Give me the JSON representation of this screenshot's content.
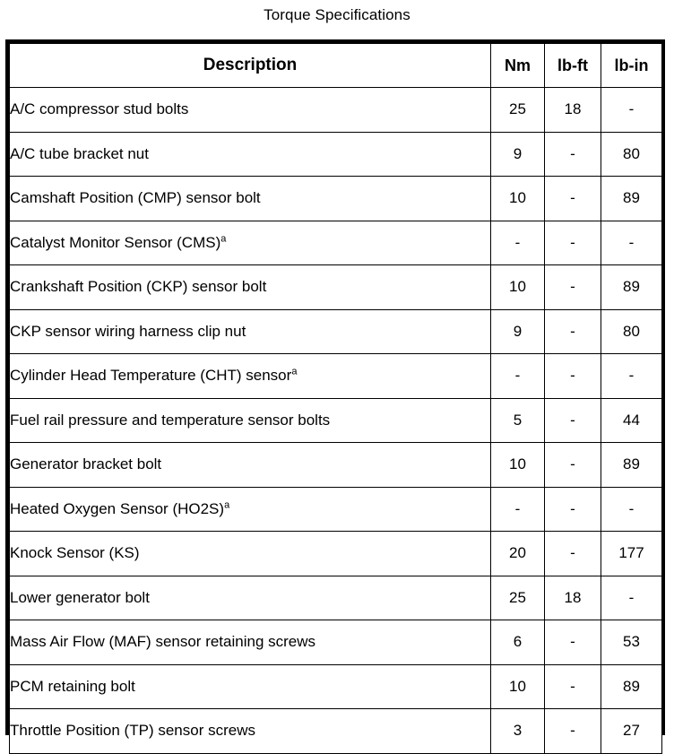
{
  "title": "Torque Specifications",
  "table": {
    "columns": [
      {
        "key": "description",
        "label": "Description"
      },
      {
        "key": "nm",
        "label": "Nm"
      },
      {
        "key": "lbft",
        "label": "lb-ft"
      },
      {
        "key": "lbin",
        "label": "lb-in"
      }
    ],
    "footnote_marker": "a",
    "rows": [
      {
        "description": "A/C compressor stud bolts",
        "footnote": "",
        "nm": "25",
        "lbft": "18",
        "lbin": "-"
      },
      {
        "description": "A/C tube bracket nut",
        "footnote": "",
        "nm": "9",
        "lbft": "-",
        "lbin": "80"
      },
      {
        "description": "Camshaft Position (CMP) sensor bolt",
        "footnote": "",
        "nm": "10",
        "lbft": "-",
        "lbin": "89"
      },
      {
        "description": "Catalyst Monitor Sensor (CMS)",
        "footnote": "a",
        "nm": "-",
        "lbft": "-",
        "lbin": "-"
      },
      {
        "description": "Crankshaft Position (CKP) sensor bolt",
        "footnote": "",
        "nm": "10",
        "lbft": "-",
        "lbin": "89"
      },
      {
        "description": "CKP sensor wiring harness clip nut",
        "footnote": "",
        "nm": "9",
        "lbft": "-",
        "lbin": "80"
      },
      {
        "description": "Cylinder Head Temperature (CHT) sensor",
        "footnote": "a",
        "nm": "-",
        "lbft": "-",
        "lbin": "-"
      },
      {
        "description": "Fuel rail pressure and temperature sensor bolts",
        "footnote": "",
        "nm": "5",
        "lbft": "-",
        "lbin": "44"
      },
      {
        "description": "Generator bracket bolt",
        "footnote": "",
        "nm": "10",
        "lbft": "-",
        "lbin": "89"
      },
      {
        "description": "Heated Oxygen Sensor (HO2S)",
        "footnote": "a",
        "nm": "-",
        "lbft": "-",
        "lbin": "-"
      },
      {
        "description": "Knock Sensor (KS)",
        "footnote": "",
        "nm": "20",
        "lbft": "-",
        "lbin": "177"
      },
      {
        "description": "Lower generator bolt",
        "footnote": "",
        "nm": "25",
        "lbft": "18",
        "lbin": "-"
      },
      {
        "description": "Mass Air Flow (MAF) sensor retaining screws",
        "footnote": "",
        "nm": "6",
        "lbft": "-",
        "lbin": "53"
      },
      {
        "description": "PCM retaining bolt",
        "footnote": "",
        "nm": "10",
        "lbft": "-",
        "lbin": "89"
      },
      {
        "description": "Throttle Position (TP) sensor screws",
        "footnote": "",
        "nm": "3",
        "lbft": "-",
        "lbin": "27"
      }
    ]
  },
  "colors": {
    "background": "#ffffff",
    "text": "#000000",
    "border": "#000000"
  }
}
